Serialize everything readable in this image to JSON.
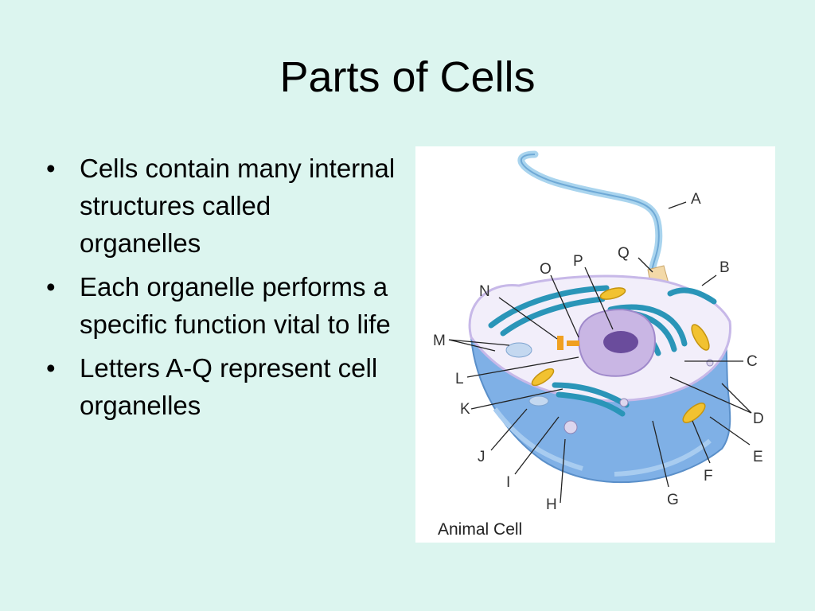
{
  "slide": {
    "title": "Parts of Cells",
    "bullets": [
      "Cells contain many internal structures called organelles",
      "Each organelle performs a specific function vital to life",
      "Letters A-Q represent cell organelles"
    ],
    "bullet_glyph": "•"
  },
  "diagram": {
    "caption": "Animal Cell",
    "labels": [
      "A",
      "B",
      "C",
      "D",
      "E",
      "F",
      "G",
      "H",
      "I",
      "J",
      "K",
      "L",
      "M",
      "N",
      "O",
      "P",
      "Q"
    ],
    "colors": {
      "cytoplasm": "#f2eefa",
      "membrane_side": "#7fb0e6",
      "er": "#2a95b8",
      "mitochondria": "#f2c230",
      "nucleus": "#c9b6e4",
      "nucleolus": "#6a4c9c",
      "flagellum": "#a9d4ee"
    }
  }
}
